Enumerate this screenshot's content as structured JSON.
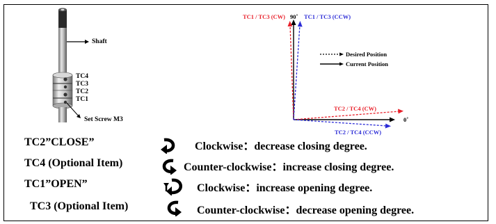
{
  "illustration": {
    "labels": {
      "shaft": "Shaft",
      "tc4": "TC4",
      "tc3": "TC3",
      "tc2": "TC2",
      "tc1": "TC1",
      "set_screw": "Set Screw M3"
    }
  },
  "vector_diagram": {
    "tc13_cw": "TC1 / TC3 (CW)",
    "deg90": "90˚",
    "tc13_ccw": "TC1 / TC3 (CCW)",
    "legend_desired": "Desired Position",
    "legend_current": "Current Position",
    "tc24_cw": "TC2 / TC4 (CW)",
    "deg0": "0˚",
    "tc24_ccw": "TC2 / TC4 (CCW)",
    "colors": {
      "cw": "#e8202a",
      "ccw": "#2b2bd6",
      "current": "#000000"
    }
  },
  "rows": [
    {
      "name": "TC2”CLOSE”",
      "icon": "clockwise-arrow-icon",
      "desc": "Clockwise：decrease closing degree."
    },
    {
      "name": "TC4 (Optional Item)",
      "icon": "counter-clockwise-arrow-icon",
      "desc": "Counter-clockwise：increase closing degree."
    },
    {
      "name": "TC1”OPEN”",
      "icon": "clockwise-arrow-icon",
      "desc": "Clockwise：increase opening degree."
    },
    {
      "name": "TC3 (Optional Item)",
      "icon": "counter-clockwise-arrow-icon",
      "desc": "Counter-clockwise：decrease opening degree."
    }
  ]
}
